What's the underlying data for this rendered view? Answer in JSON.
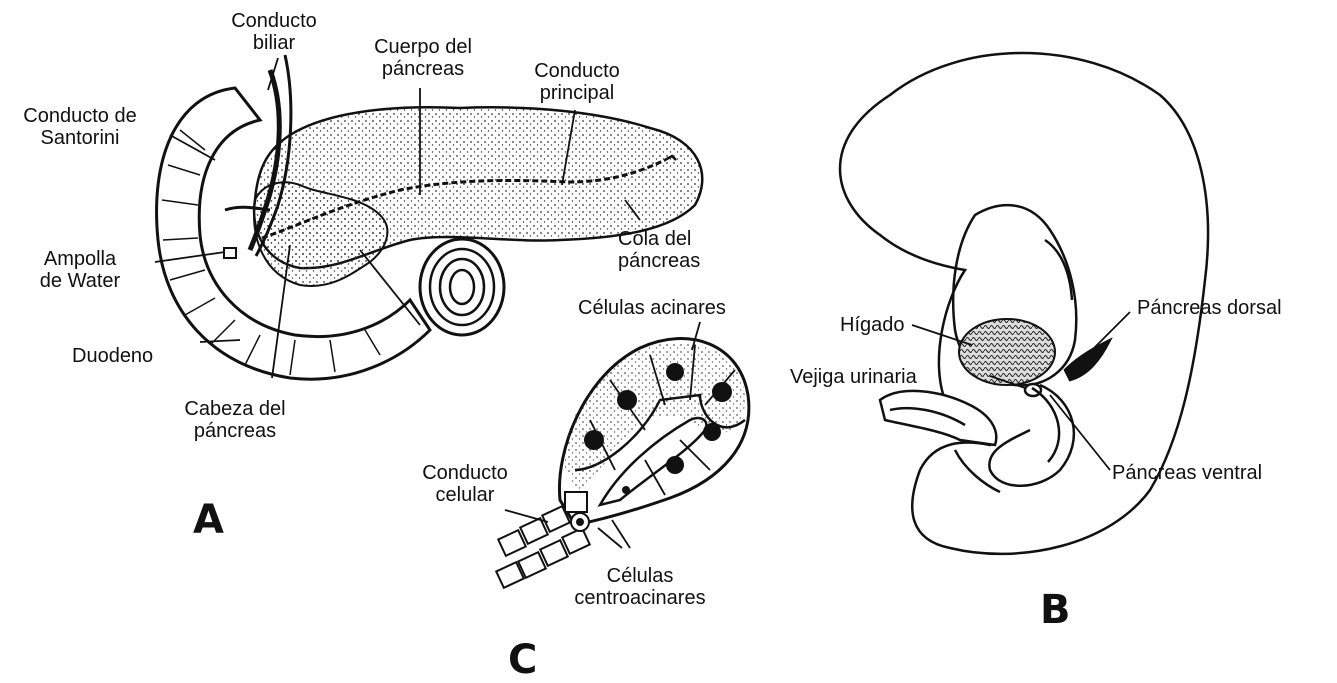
{
  "figure": {
    "panels": {
      "a": "A",
      "b": "B",
      "c": "C"
    },
    "panel_a": {
      "conducto_biliar": [
        "Conducto",
        "biliar"
      ],
      "cuerpo": [
        "Cuerpo del",
        "páncreas"
      ],
      "conducto_principal": [
        "Conducto",
        "principal"
      ],
      "santorini": [
        "Conducto de",
        "Santorini"
      ],
      "cola": [
        "Cola del",
        "páncreas"
      ],
      "ampolla": [
        "Ampolla",
        "de Water"
      ],
      "duodeno": "Duodeno",
      "cabeza": [
        "Cabeza del",
        "páncreas"
      ]
    },
    "panel_c": {
      "celulas_acinares": "Células acinares",
      "conducto_celular": [
        "Conducto",
        "celular"
      ],
      "centroacinares": [
        "Células",
        "centroacinares"
      ]
    },
    "panel_b": {
      "higado": "Hígado",
      "pancreas_dorsal": "Páncreas dorsal",
      "vejiga": "Vejiga urinaria",
      "pancreas_ventral": "Páncreas ventral"
    }
  },
  "colors": {
    "ink": "#111111",
    "tissue": "#ffffff"
  }
}
